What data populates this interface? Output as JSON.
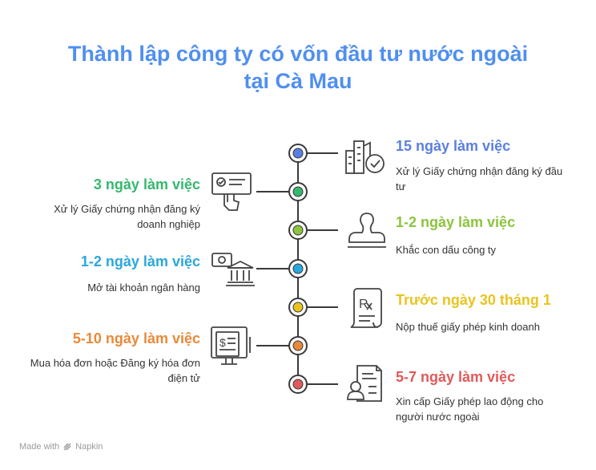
{
  "title": {
    "line1": "Thành lập công ty có vốn đầu tư nước ngoài",
    "line2": "tại Cà Mau"
  },
  "steps": [
    {
      "side": "right",
      "heading": "15 ngày làm việc",
      "description": "Xử lý Giấy chứng nhận đăng ký đầu tư",
      "color": "#5b7fe0",
      "icon": "building-check-icon"
    },
    {
      "side": "left",
      "heading": "3 ngày làm việc",
      "description": "Xử lý Giấy chứng nhận đăng ký doanh nghiệp",
      "color": "#35b86e",
      "icon": "certificate-hand-icon"
    },
    {
      "side": "right",
      "heading": "1-2 ngày làm việc",
      "description": "Khắc con dấu công ty",
      "color": "#8cc43e",
      "icon": "stamp-icon"
    },
    {
      "side": "left",
      "heading": "1-2 ngày làm việc",
      "description": "Mở tài khoản ngân hàng",
      "color": "#2aa7db",
      "icon": "bank-money-icon"
    },
    {
      "side": "right",
      "heading": "Trước ngày 30 tháng 1",
      "description": "Nộp thuế giấy phép kinh doanh",
      "color": "#e8c421",
      "icon": "receipt-rx-icon"
    },
    {
      "side": "left",
      "heading": "5-10 ngày làm việc",
      "description": "Mua hóa đơn hoặc Đăng ký hóa đơn điện tử",
      "color": "#e8893a",
      "icon": "invoice-screen-icon"
    },
    {
      "side": "right",
      "heading": "5-7 ngày làm việc",
      "description": "Xin cấp Giấy phép lao động cho người nước ngoài",
      "color": "#e05a5a",
      "icon": "work-permit-icon"
    }
  ],
  "footer": {
    "made_with": "Made with",
    "brand": "Napkin"
  }
}
